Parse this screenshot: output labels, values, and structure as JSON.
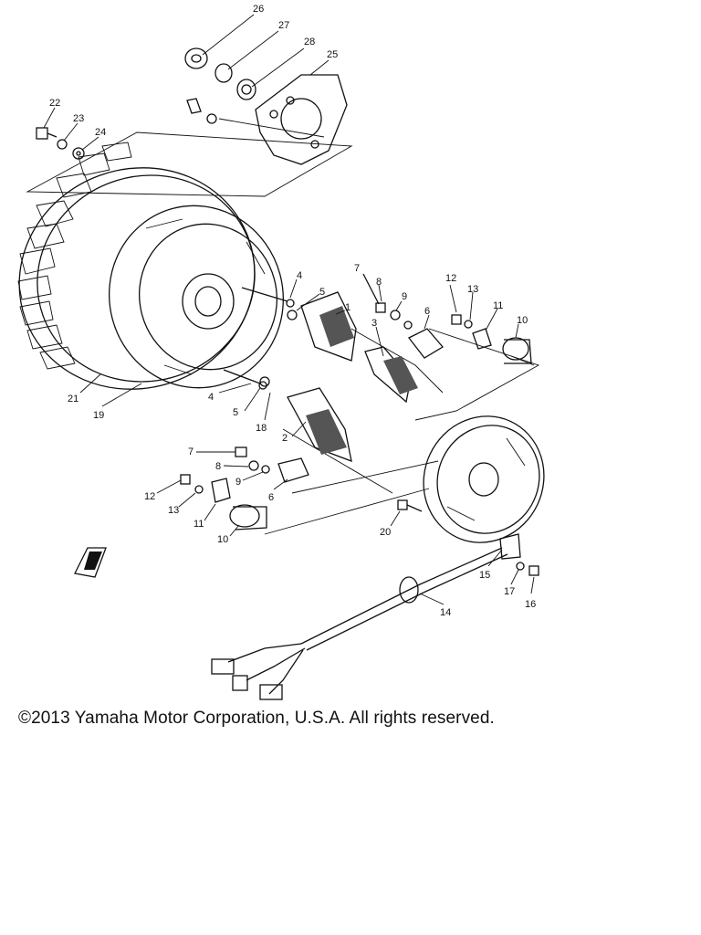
{
  "copyright": "©2013 Yamaha Motor Corporation, U.S.A. All rights reserved.",
  "part_labels": [
    {
      "id": "1",
      "text": "1"
    },
    {
      "id": "2",
      "text": "2"
    },
    {
      "id": "3",
      "text": "3"
    },
    {
      "id": "4a",
      "text": "4"
    },
    {
      "id": "4b",
      "text": "4"
    },
    {
      "id": "5a",
      "text": "5"
    },
    {
      "id": "5b",
      "text": "5"
    },
    {
      "id": "6a",
      "text": "6"
    },
    {
      "id": "6b",
      "text": "6"
    },
    {
      "id": "7a",
      "text": "7"
    },
    {
      "id": "7b",
      "text": "7"
    },
    {
      "id": "8a",
      "text": "8"
    },
    {
      "id": "8b",
      "text": "8"
    },
    {
      "id": "9a",
      "text": "9"
    },
    {
      "id": "9b",
      "text": "9"
    },
    {
      "id": "10a",
      "text": "10"
    },
    {
      "id": "10b",
      "text": "10"
    },
    {
      "id": "11a",
      "text": "11"
    },
    {
      "id": "11b",
      "text": "11"
    },
    {
      "id": "12a",
      "text": "12"
    },
    {
      "id": "12b",
      "text": "12"
    },
    {
      "id": "13a",
      "text": "13"
    },
    {
      "id": "13b",
      "text": "13"
    },
    {
      "id": "14",
      "text": "14"
    },
    {
      "id": "15",
      "text": "15"
    },
    {
      "id": "16",
      "text": "16"
    },
    {
      "id": "17",
      "text": "17"
    },
    {
      "id": "18",
      "text": "18"
    },
    {
      "id": "19",
      "text": "19"
    },
    {
      "id": "20",
      "text": "20"
    },
    {
      "id": "21",
      "text": "21"
    },
    {
      "id": "22",
      "text": "22"
    },
    {
      "id": "23",
      "text": "23"
    },
    {
      "id": "24",
      "text": "24"
    },
    {
      "id": "25",
      "text": "25"
    },
    {
      "id": "26",
      "text": "26"
    },
    {
      "id": "27",
      "text": "27"
    },
    {
      "id": "28",
      "text": "28"
    }
  ]
}
